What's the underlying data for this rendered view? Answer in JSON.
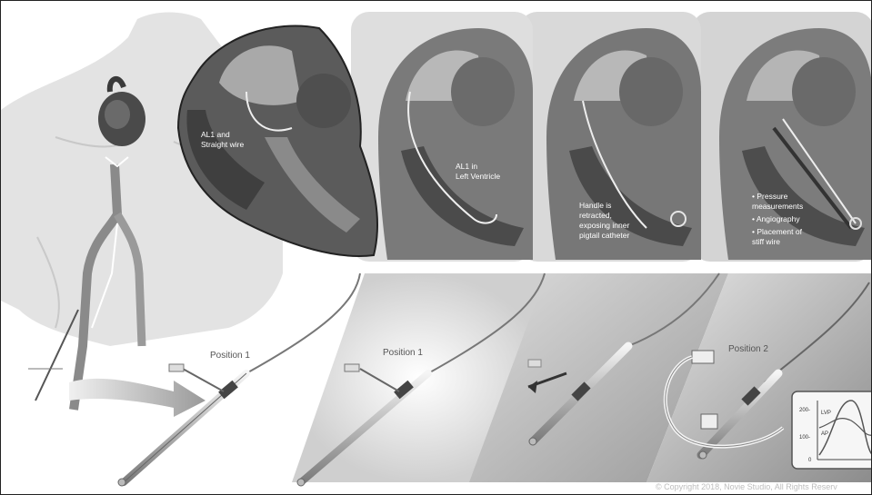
{
  "panels": [
    {
      "caption_lines": [
        "AL1 and",
        "Straight wire"
      ]
    },
    {
      "caption_lines": [
        "AL1 in",
        "Left Ventricle"
      ]
    },
    {
      "caption_lines": [
        "Handle is",
        "retracted,",
        "exposing inner",
        "pigtail catheter"
      ]
    },
    {
      "caption_lines": [
        "• Pressure",
        "  measurements",
        "• Angiography",
        "• Placement of",
        "  stiff wire"
      ]
    }
  ],
  "positions": {
    "p1a": "Position 1",
    "p1b": "Position 1",
    "p2": "Position 2"
  },
  "monitor": {
    "tick_200": "200-",
    "tick_100": "100-",
    "tick_0": "0",
    "lvp": "LVP",
    "ap": "AP"
  },
  "copyright": "© Copyright 2018, Novie Studio, All Rights Reserv",
  "colors": {
    "heart_dark": "#3d3d3d",
    "heart_mid": "#6e6e6e",
    "heart_light": "#a8a8a8",
    "panel_bg": "#d9d9d9",
    "vessel": "#8a8a8a"
  }
}
